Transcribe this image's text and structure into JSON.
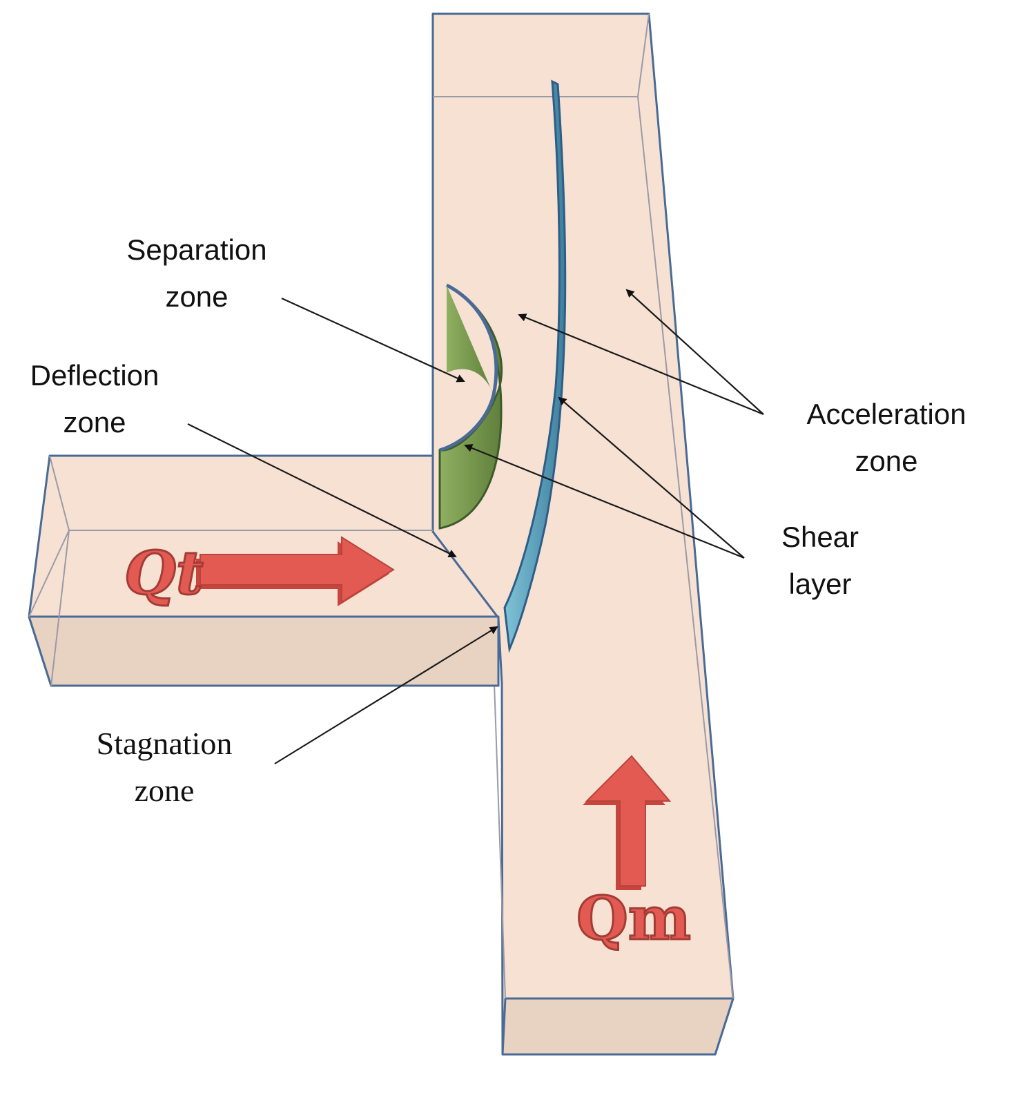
{
  "colors": {
    "channel": "#f6e1d3",
    "channel_face": "#e8d2c2",
    "outline": "#4a6a96",
    "separation_fill": "#7a9a4e",
    "shear_fill": "#5fa6c0",
    "flow_arrow": "#e25a52"
  },
  "labels": {
    "separation": [
      "Separation",
      "zone"
    ],
    "deflection": [
      "Deflection",
      "zone"
    ],
    "acceleration": [
      "Acceleration",
      "zone"
    ],
    "shear": [
      "Shear",
      "layer"
    ],
    "stagnation": [
      "Stagnation",
      "zone"
    ]
  },
  "flows": {
    "tributary": "Qt",
    "main": "Qm"
  }
}
